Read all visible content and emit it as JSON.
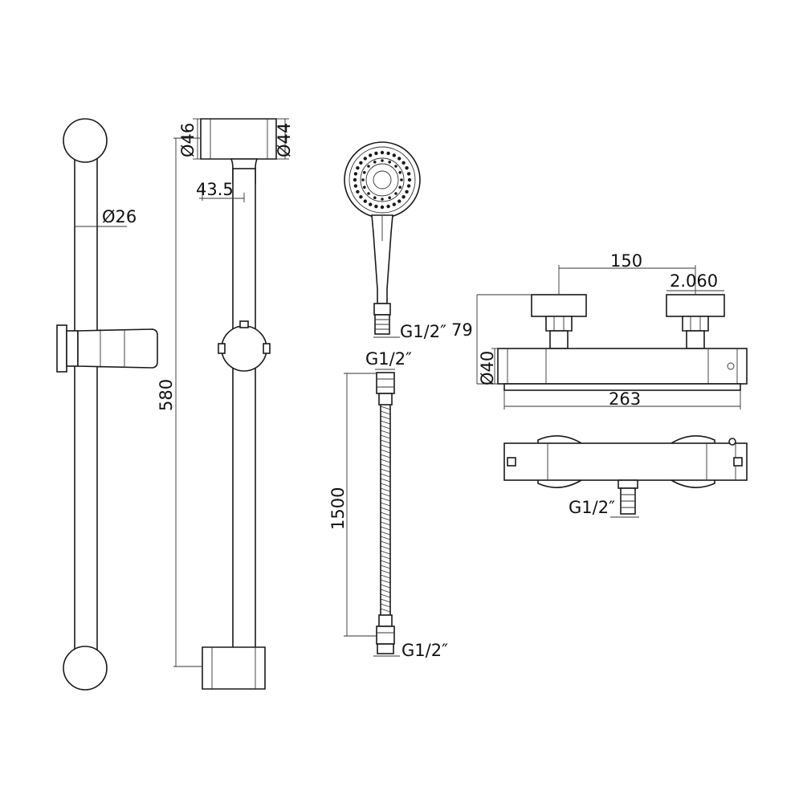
{
  "dimensions": {
    "bar_diameter": "Ø26",
    "bracket_top_diameter_left": "Ø46",
    "bracket_top_diameter_right": "Ø44",
    "wall_offset": "43.5",
    "bar_length": "580",
    "handshower_thread": "G1/2″",
    "hose_top_thread": "G1/2″",
    "hose_length": "1500",
    "hose_bottom_thread": "G1/2″",
    "valve_centers": "150",
    "eccentric_size": "2.060",
    "valve_height": "79",
    "valve_body_diameter": "Ø40",
    "valve_length": "263",
    "valve_outlet_thread": "G1/2″"
  },
  "colors": {
    "line": "#1a1a1a",
    "background": "#ffffff"
  }
}
